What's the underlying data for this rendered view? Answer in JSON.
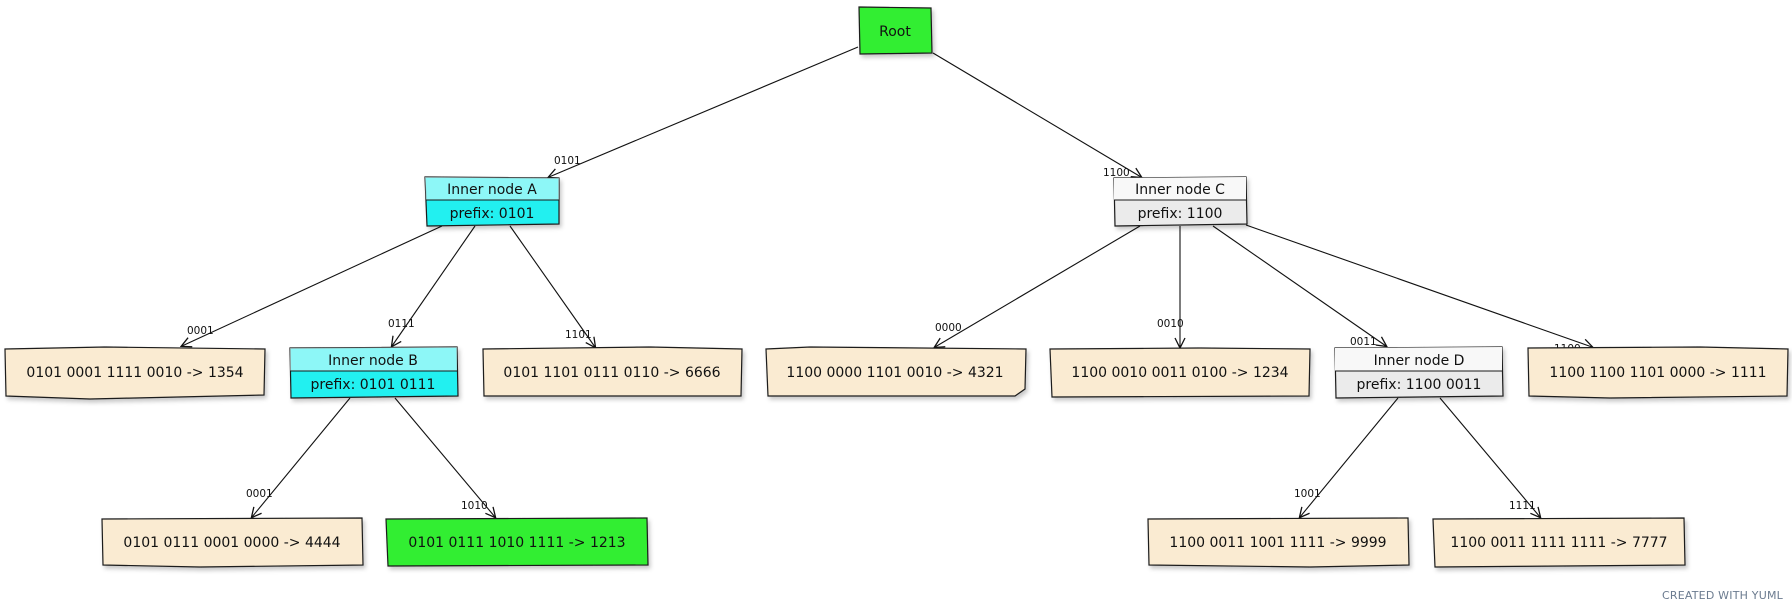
{
  "colors": {
    "root": "#33ee33",
    "inner_cyan": "#22f0f0",
    "inner_gray": "#ebebeb",
    "leaf": "#faebd2",
    "leaf_highlight": "#33ee33",
    "edge": "#111111"
  },
  "nodes": {
    "root": {
      "label": "Root"
    },
    "inner_a": {
      "title": "Inner node A",
      "prefix": "prefix: 0101"
    },
    "inner_b": {
      "title": "Inner node B",
      "prefix": "prefix: 0101 0111"
    },
    "inner_c": {
      "title": "Inner node C",
      "prefix": "prefix: 1100"
    },
    "inner_d": {
      "title": "Inner node D",
      "prefix": "prefix: 1100 0011"
    },
    "leaf_1354": {
      "label": "0101 0001 1111 0010 -> 1354"
    },
    "leaf_6666": {
      "label": "0101 1101 0111 0110 -> 6666"
    },
    "leaf_4444": {
      "label": "0101 0111 0001 0000 -> 4444"
    },
    "leaf_1213": {
      "label": "0101 0111 1010 1111 -> 1213"
    },
    "leaf_4321": {
      "label": "1100 0000 1101 0010 -> 4321"
    },
    "leaf_1234": {
      "label": "1100 0010 0011 0100 -> 1234"
    },
    "leaf_1111": {
      "label": "1100 1100 1101 0000 -> 1111"
    },
    "leaf_9999": {
      "label": "1100 0011 1001 1111 -> 9999"
    },
    "leaf_7777": {
      "label": "1100 0011 1111 1111 -> 7777"
    }
  },
  "edges": {
    "root_a": "0101",
    "root_c": "1100",
    "a_1354": "0001",
    "a_b": "0111",
    "a_6666": "1101",
    "b_4444": "0001",
    "b_1213": "1010",
    "c_4321": "0000",
    "c_1234": "0010",
    "c_d": "0011",
    "c_1111": "1100",
    "d_9999": "1001",
    "d_7777": "1111"
  },
  "watermark": "CREATED WITH YUML"
}
